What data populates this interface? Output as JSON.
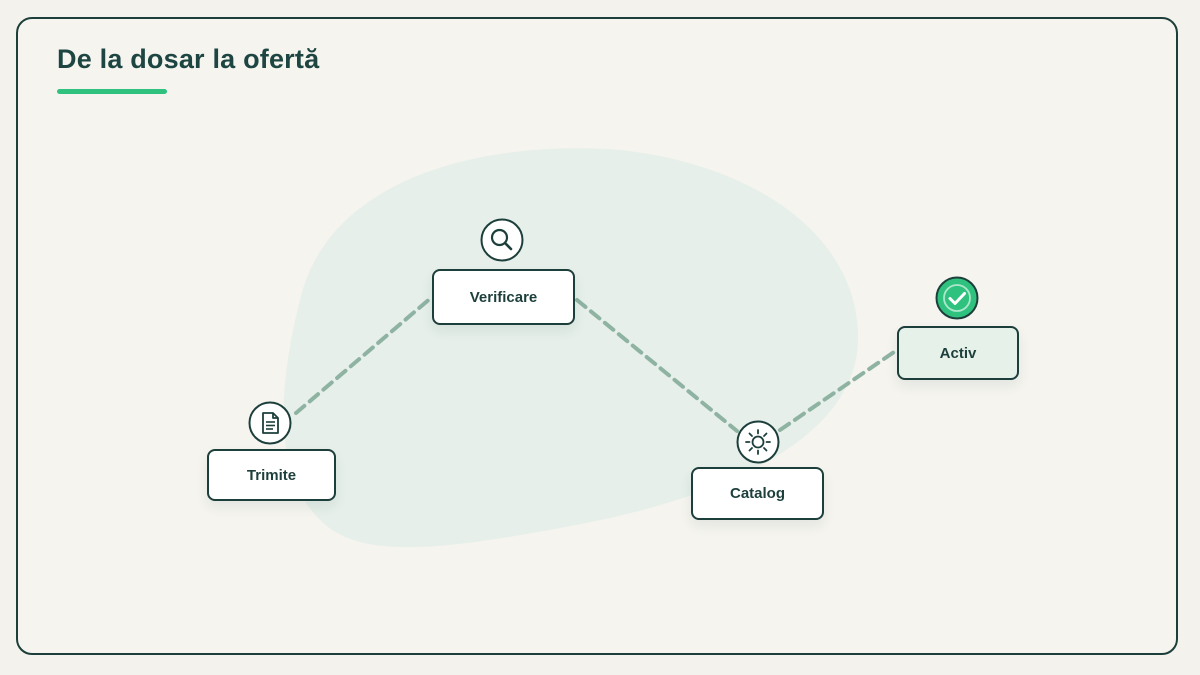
{
  "title": "De la dosar la ofertă",
  "colors": {
    "accent": "#2ec27e",
    "outline": "#1d3f3b",
    "connector": "#8fb3a3",
    "blob": "#e6efe9"
  },
  "steps": [
    {
      "label": "Trimite",
      "icon": "document-icon"
    },
    {
      "label": "Verificare",
      "icon": "search-icon"
    },
    {
      "label": "Catalog",
      "icon": "gear-icon"
    },
    {
      "label": "Activ",
      "icon": "check-circle-icon"
    }
  ]
}
